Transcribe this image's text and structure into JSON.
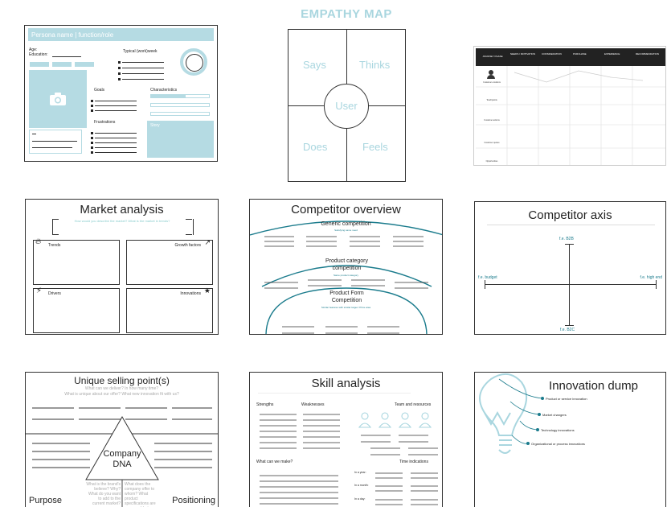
{
  "persona": {
    "header": "Persona name | function/role",
    "age": "Age:",
    "education": "Education:",
    "typical_week": "Typical (work)week",
    "goals": "Goals",
    "characteristics": "Characteristics",
    "frustrations": "Frustrations",
    "story": "Story"
  },
  "empathy": {
    "title": "EMPATHY MAP",
    "says": "Says",
    "thinks": "Thinks",
    "user": "User",
    "does": "Does",
    "feels": "Feels"
  },
  "journey": {
    "first_header": "JOURNEY PHASE",
    "phases": [
      "NEEDS / MOTIVATION",
      "CONSIDERATION",
      "PURCHASE",
      "EXPERIENCE",
      "RECOMMENDATION"
    ],
    "rows": [
      "Customer emotions",
      "Touchpoints",
      "Customer actions",
      "Customer quotes",
      "Opportunities"
    ]
  },
  "market": {
    "title": "Market analysis",
    "prompt": "How would you describe the market? What is the market in trends?",
    "trends": "Trends",
    "growth": "Growth factors",
    "drivers": "Drivers",
    "innovations": "Innovations"
  },
  "competitor_overview": {
    "title": "Competitor overview",
    "generic": "Generic competition",
    "generic_sub": "Satisfying same need",
    "product_category": "Product category competition",
    "product_category_sub": "Same product category",
    "product_form": "Product Form Competition",
    "product_form_sub": "Similar features with similar target / Price area"
  },
  "competitor_axis": {
    "title": "Competitor axis",
    "top": "f.e. B2B",
    "bottom": "f.e. B2C",
    "left": "f.e. budget",
    "right": "f.e. high end"
  },
  "usp": {
    "title": "Unique selling point(s)",
    "q1": "What can we deliver? In how many time?",
    "q2": "What is unique about our offer? What new innovation fit with us?",
    "center": "Company DNA",
    "q3": "What is the brand's believe? Why? What do you want to add to the current market?",
    "q4": "What does the company offer to whom? What product specifications are you capable to make?",
    "purpose": "Purpose",
    "positioning": "Positioning"
  },
  "skill": {
    "title": "Skill analysis",
    "strengths": "Strengths",
    "weaknesses": "Weaknesses",
    "team": "Team and resources",
    "make": "What can we make?",
    "time": "Time indications",
    "t1": "In a year:",
    "t2": "In a month:",
    "t3": "In a day:"
  },
  "innovation": {
    "title": "Innovation dump",
    "items": [
      "Product or service innovation",
      "Market changers",
      "Technology innovations",
      "Organizational or process innovations"
    ]
  },
  "colors": {
    "teal": "#a9d6df",
    "teal_bar": "#b5dbe3",
    "dark_teal": "#1a7b8c"
  }
}
